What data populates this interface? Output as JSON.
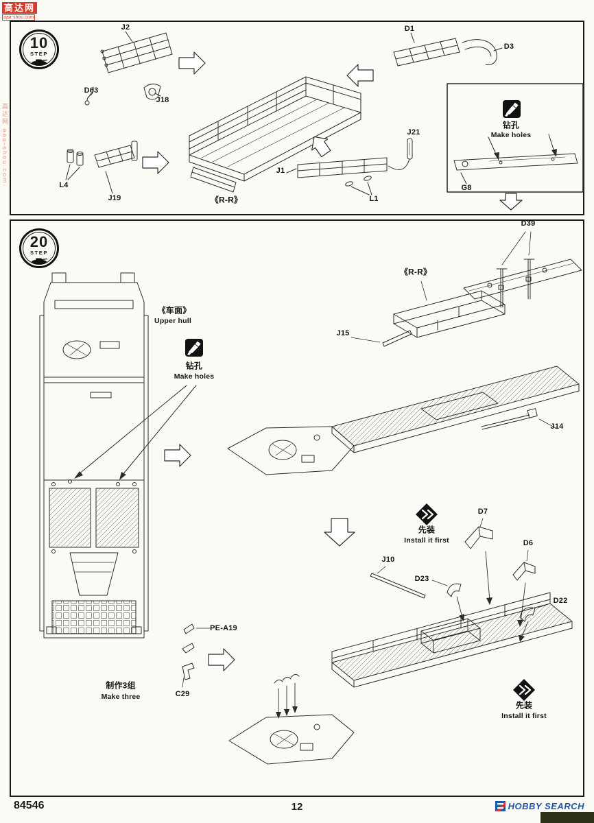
{
  "watermark": {
    "logo_line1": "高达网",
    "logo_line2": "aaa-shou.com",
    "side_text": "高达网 aaa-shou.com"
  },
  "step10": {
    "number": "10",
    "step_word": "STEP",
    "rr": "《R-R》",
    "make_holes_cn": "钻孔",
    "make_holes_en": "Make holes",
    "parts": {
      "j2": "J2",
      "j18": "J18",
      "d63": "D63",
      "l4": "L4",
      "j19": "J19",
      "j1": "J1",
      "j21": "J21",
      "l1": "L1",
      "d1": "D1",
      "d3": "D3",
      "g8": "G8"
    }
  },
  "step20": {
    "number": "20",
    "step_word": "STEP",
    "upper_hull_cn": "《车面》",
    "upper_hull_en": "Upper hull",
    "make_holes_cn": "钻孔",
    "make_holes_en": "Make holes",
    "rr": "《R-R》",
    "install_first_cn": "先装",
    "install_first_en": "Install it first",
    "make_three_cn": "制作3组",
    "make_three_en": "Make three",
    "parts": {
      "d39": "D39",
      "j15": "J15",
      "j14": "J14",
      "j10": "J10",
      "d23": "D23",
      "d7": "D7",
      "d6": "D6",
      "d22": "D22",
      "pe_a19": "PE-A19",
      "c29": "C29"
    }
  },
  "footer": {
    "kit_number": "84546",
    "page_number": "12",
    "brand_hobby": "HOBBY",
    "brand_search": "SEARCH"
  }
}
